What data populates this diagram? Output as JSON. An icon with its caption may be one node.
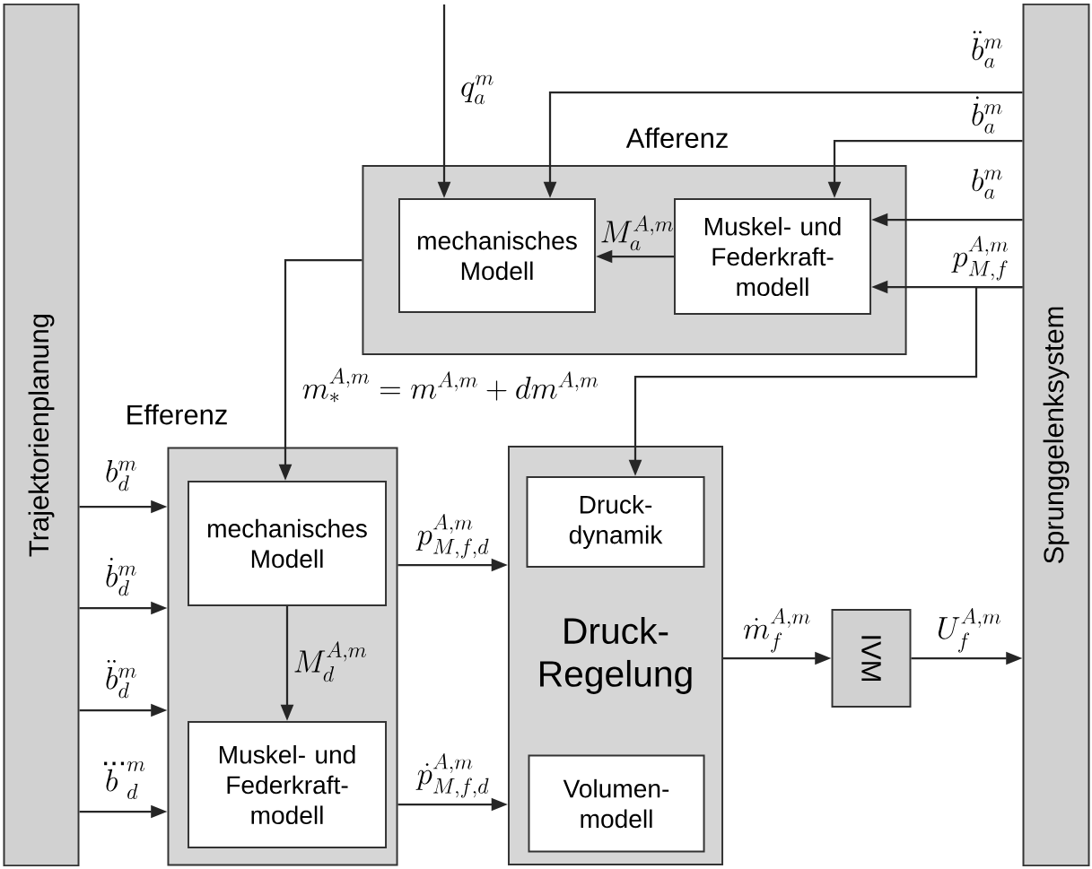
{
  "diagram": {
    "nodes": [
      {
        "text": [
          "Trajektorienplanung"
        ]
      },
      {
        "text": [
          "Sprunggelenksystem"
        ]
      },
      {
        "text": [
          "Afferenz"
        ]
      },
      {
        "text": [
          "mechanisches Modell"
        ],
        "in": 2
      },
      {
        "text": [
          "Muskel- und Federkraft- modell"
        ],
        "in": 2
      },
      {
        "text": [
          "Efferenz"
        ]
      },
      {
        "text": [
          "mechanisches Modell"
        ],
        "in": 5
      },
      {
        "text": [
          "Muskel- und Federkraft- modell"
        ],
        "in": 5
      },
      {
        "text": [
          "Druck- Regelung"
        ]
      },
      {
        "text": [
          "Druck- dynamik"
        ],
        "in": 8
      },
      {
        "text": [
          "Volumen- modell"
        ],
        "in": 8
      },
      {
        "text": [
          "IVM"
        ]
      }
    ],
    "edges": [
      {
        "from": null,
        "to": 3,
        "arrow": "to",
        "label": "q_a^{m}"
      },
      {
        "from": 1,
        "to": 3,
        "arrow": "to",
        "label": "\\ddot{b}_a^{m}"
      },
      {
        "from": 1,
        "to": 4,
        "arrow": "to",
        "label": "\\dot{b}_a^{m}"
      },
      {
        "from": 1,
        "to": 4,
        "arrow": "to",
        "label": "b_a^{m}"
      },
      {
        "from": 1,
        "to": 4,
        "arrow": "to",
        "label": "p_{M,f}^{A,m}"
      },
      {
        "from": 1,
        "to": 9,
        "arrow": "to"
      },
      {
        "from": 4,
        "to": 3,
        "arrow": "to",
        "label": "M_a^{A,m}"
      },
      {
        "from": 2,
        "to": 6,
        "arrow": "to"
      },
      {
        "from": 0,
        "to": 5,
        "arrow": "to",
        "label": "b_d^{m}"
      },
      {
        "from": 0,
        "to": 5,
        "arrow": "to",
        "label": "\\dot{b}_d^{m}"
      },
      {
        "from": 0,
        "to": 5,
        "arrow": "to",
        "label": "\\ddot{b}_d^{m}"
      },
      {
        "from": 0,
        "to": 5,
        "arrow": "to",
        "label": "\\dddot{b}_d^{m}"
      },
      {
        "from": 6,
        "to": 7,
        "arrow": "to",
        "label": "M_d^{A,m}"
      },
      {
        "from": 5,
        "to": 8,
        "arrow": "to",
        "label": "p_{M,f,d}^{A,m}"
      },
      {
        "from": 5,
        "to": 8,
        "arrow": "to",
        "label": "\\dot{p}_{M,f,d}^{A,m}"
      },
      {
        "from": 8,
        "to": 11,
        "arrow": "to",
        "label": "\\dot{m}_f^{A,m}"
      },
      {
        "from": 11,
        "to": 1,
        "arrow": "to",
        "label": "U_f^{A,m}"
      }
    ],
    "labels": [
      "m_*^{A,m}=m^{A,m}+dm^{A,m}"
    ]
  }
}
